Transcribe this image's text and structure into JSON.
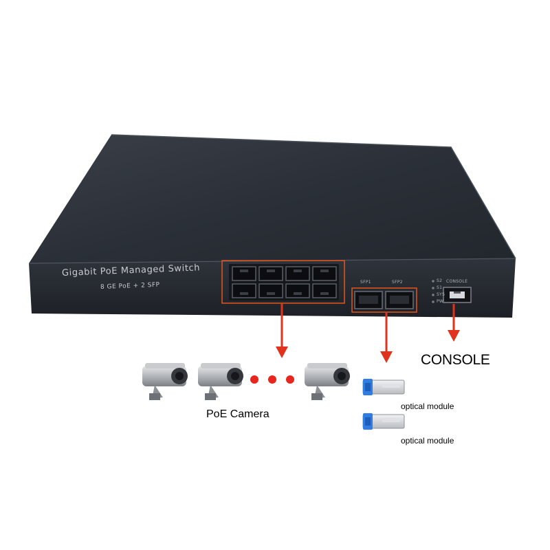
{
  "switch": {
    "name_line": "Gigabit PoE Managed Switch",
    "spec_line": "8 GE PoE + 2 SFP",
    "sfp1_label": "SFP1",
    "sfp2_label": "SFP2",
    "console_port_label": "CONSOLE",
    "led_labels": [
      "S2",
      "S1",
      "SYS",
      "PW"
    ],
    "rj45_port_count": 8,
    "sfp_port_count": 2
  },
  "callouts": {
    "poe_camera": "PoE Camera",
    "console": "CONSOLE",
    "optical_module_1": "optical module",
    "optical_module_2": "optical module"
  },
  "colors": {
    "switch_body": "#2a2e35",
    "highlight_box": "#d9541e",
    "arrow": "#e0321c",
    "dots": "#e8251f",
    "transceiver_accent": "#2f7de0"
  },
  "camera_count_shown": 3,
  "dots_between_cameras": 3
}
